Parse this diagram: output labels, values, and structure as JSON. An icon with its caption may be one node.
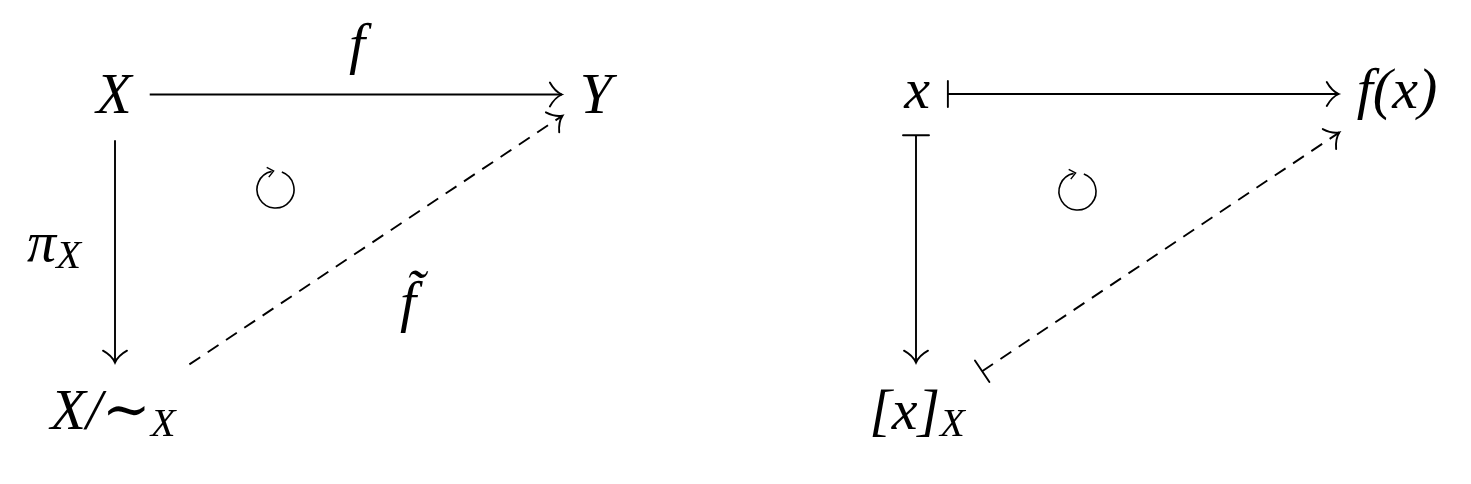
{
  "diagram": {
    "nodes": [
      {
        "text": [
          "X"
        ]
      },
      {
        "text": [
          "Y"
        ]
      },
      {
        "text": [
          "X/∼$_{X}$"
        ]
      },
      {
        "text": [
          "x"
        ]
      },
      {
        "text": [
          "f(x)"
        ]
      },
      {
        "text": [
          "[x]$_{X}$"
        ]
      }
    ],
    "edges": [
      {
        "from": 0,
        "to": 1,
        "arrow": "to",
        "label": "f"
      },
      {
        "from": 0,
        "to": 2,
        "arrow": "to",
        "label": "π$_{X}$"
      },
      {
        "from": 2,
        "to": 1,
        "arrow": "to",
        "label": "f̃",
        "style": "dashed"
      },
      {
        "from": 3,
        "to": 4,
        "arrow": "to"
      },
      {
        "from": 3,
        "to": 5,
        "arrow": "to"
      },
      {
        "from": 5,
        "to": 4,
        "arrow": "to",
        "style": "dashed"
      }
    ]
  }
}
